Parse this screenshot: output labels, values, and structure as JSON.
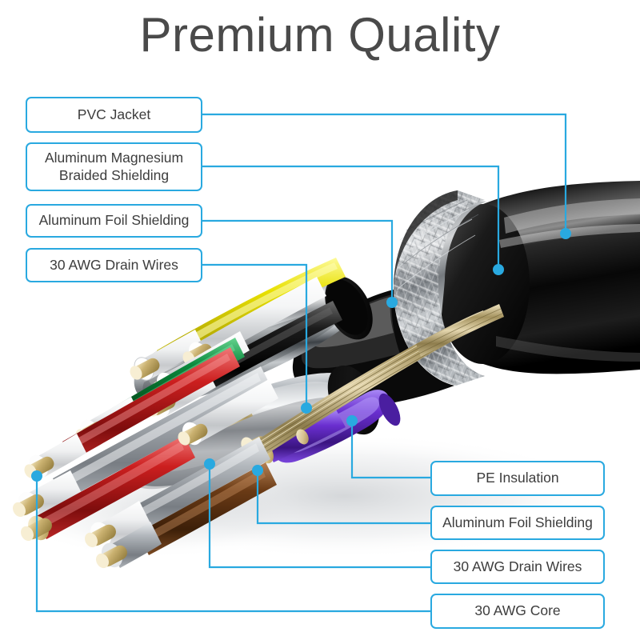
{
  "page": {
    "title": "Premium Quality",
    "background_color": "#ffffff",
    "accent_color": "#29a9e0",
    "title_color": "#4a4a4a",
    "subject": "cut-away cross-section of a shielded multi-conductor cable"
  },
  "callouts": {
    "left": [
      {
        "id": "pvc-jacket",
        "label": "PVC Jacket",
        "lines": [
          "PVC Jacket"
        ]
      },
      {
        "id": "braided-shielding",
        "label": "Aluminum Magnesium Braided Shielding",
        "lines": [
          "Aluminum Magnesium",
          "Braided Shielding"
        ]
      },
      {
        "id": "foil-shielding",
        "label": "Aluminum Foil Shielding",
        "lines": [
          "Aluminum Foil Shielding"
        ]
      },
      {
        "id": "drain-wires",
        "label": "30 AWG Drain Wires",
        "lines": [
          "30 AWG Drain Wires"
        ]
      }
    ],
    "right": [
      {
        "id": "pe-insulation",
        "label": "PE Insulation",
        "lines": [
          "PE Insulation"
        ]
      },
      {
        "id": "foil-shielding-2",
        "label": "Aluminum Foil Shielding",
        "lines": [
          "Aluminum Foil Shielding"
        ]
      },
      {
        "id": "drain-wires-2",
        "label": "30 AWG Drain Wires",
        "lines": [
          "30 AWG Drain Wires"
        ]
      },
      {
        "id": "core",
        "label": "30 AWG Core",
        "lines": [
          "30 AWG Core"
        ]
      }
    ]
  },
  "cable": {
    "jacket_color": "#111111",
    "braid_color": "#b9bcbf",
    "foil_color": "#c9cdd2",
    "drain_wire_color": "#b9a77a",
    "core_color": "#d8b26a",
    "conductor_colors": [
      "#e8e000",
      "#ffffff",
      "#1a1a1a",
      "#0b8a3e",
      "#cc1f1f",
      "#b9bec4",
      "#6b3b16",
      "#6a2fd0"
    ]
  }
}
